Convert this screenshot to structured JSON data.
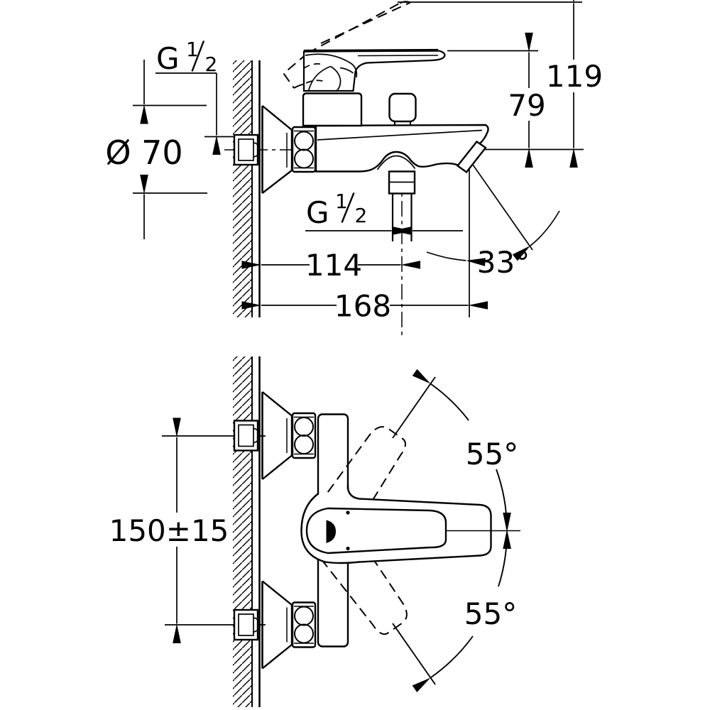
{
  "drawing": {
    "background_color": "#ffffff",
    "line_color": "#000000",
    "side_view": {
      "wall_thread_label": {
        "prefix": "G",
        "numerator": "1",
        "denominator": "2"
      },
      "escutcheon_diameter_label": "Ø 70",
      "height_lever_raised_label": "119",
      "height_lever_label": "79",
      "outlet_thread_label": {
        "prefix": "G",
        "numerator": "1",
        "denominator": "2"
      },
      "depth_to_outlet_center_label": "114",
      "overall_depth_label": "168",
      "spout_angle_label": "33°"
    },
    "plan_view": {
      "connection_spacing_label": "150±15",
      "handle_swing_up_label": "55°",
      "handle_swing_down_label": "55°"
    }
  }
}
